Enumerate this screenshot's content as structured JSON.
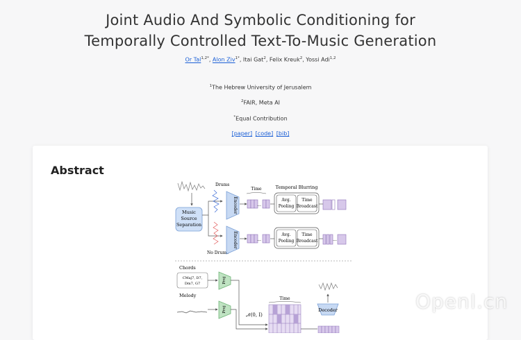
{
  "title": {
    "line1": "Joint Audio And Symbolic Conditioning for",
    "line2": "Temporally Controlled Text-To-Music Generation"
  },
  "authors": [
    {
      "name": "Or Tal",
      "sup": "1,2*",
      "link": true
    },
    {
      "name": "Alon Ziv",
      "sup": "1*",
      "link": true
    },
    {
      "name": "Itai Gat",
      "sup": "2",
      "link": false
    },
    {
      "name": "Felix Kreuk",
      "sup": "2",
      "link": false
    },
    {
      "name": "Yossi Adi",
      "sup": "1,2",
      "link": false
    }
  ],
  "affiliations": {
    "a1_sup": "1",
    "a1": "The Hebrew University of Jerusalem",
    "a2_sup": "2",
    "a2": "FAIR, Meta AI",
    "a3_sup": "*",
    "a3": "Equal Contribution"
  },
  "links": {
    "paper": "[paper]",
    "code": "[code]",
    "bib": "[bib]"
  },
  "section": {
    "abstract": "Abstract"
  },
  "figure": {
    "drums": "Drums",
    "no_drums": "No Drums",
    "time": "Time",
    "temporal_blurring": "Temporal Blurring",
    "mss_1": "Music",
    "mss_2": "Source",
    "mss_3": "Separation",
    "encoder": "Encoder",
    "avg": "Avg.",
    "pooling": "Pooling",
    "time_b": "Time",
    "broadcast": "Broadcast",
    "chords": "Chords",
    "chords_1": "CMaj7, D7,",
    "chords_2": "Dm7, G7",
    "melody": "Melody",
    "proj": "Proj",
    "normal": "𝒩(0, I)",
    "time2": "Time",
    "decoder": "Decoder",
    "dots": "..."
  },
  "watermark": "OpenI.cn"
}
